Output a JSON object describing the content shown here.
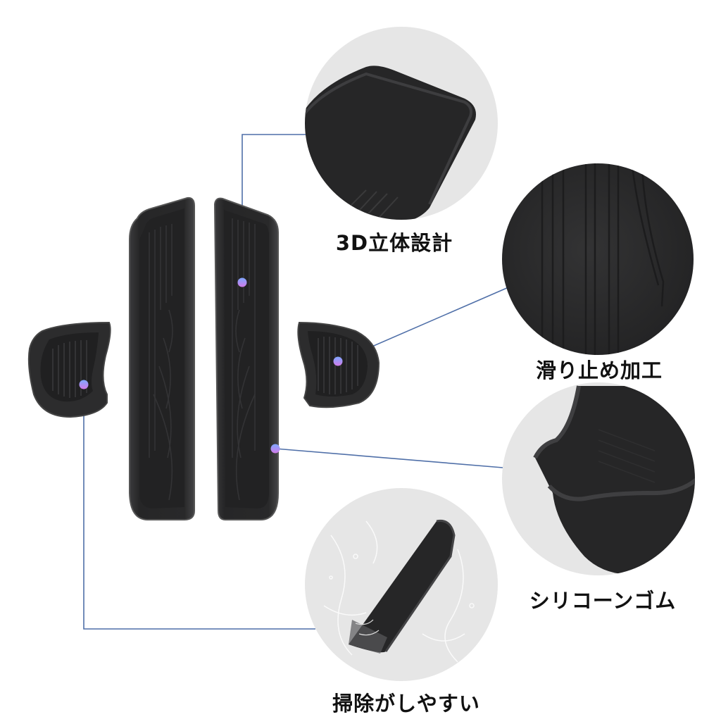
{
  "colors": {
    "background": "#ffffff",
    "circle_bg": "#e6e6e6",
    "product_dark": "#2a2a2b",
    "product_edge": "#4a4a4c",
    "callout_line": "#4f6fa8",
    "dot_top": "#7fa7ff",
    "dot_bottom": "#d27be9",
    "label_text": "#111111"
  },
  "features": [
    {
      "id": "3d-design",
      "label": "3D立体設計",
      "detail": "deep tray corner close-up"
    },
    {
      "id": "anti-slip",
      "label": "滑り止め加工",
      "detail": "ribbed anti-slip texture close-up"
    },
    {
      "id": "silicone",
      "label": "シリコーンゴム",
      "detail": "flexible silicone rubber cup close-up"
    },
    {
      "id": "easy-clean",
      "label": "掃除がしやすい",
      "detail": "tray splashed with water"
    }
  ],
  "products": [
    {
      "id": "small-left",
      "name": "left door pocket cup mat"
    },
    {
      "id": "long-left",
      "name": "left long door pocket mat"
    },
    {
      "id": "long-right",
      "name": "right long door pocket mat"
    },
    {
      "id": "small-right",
      "name": "right door pocket cup mat"
    }
  ]
}
